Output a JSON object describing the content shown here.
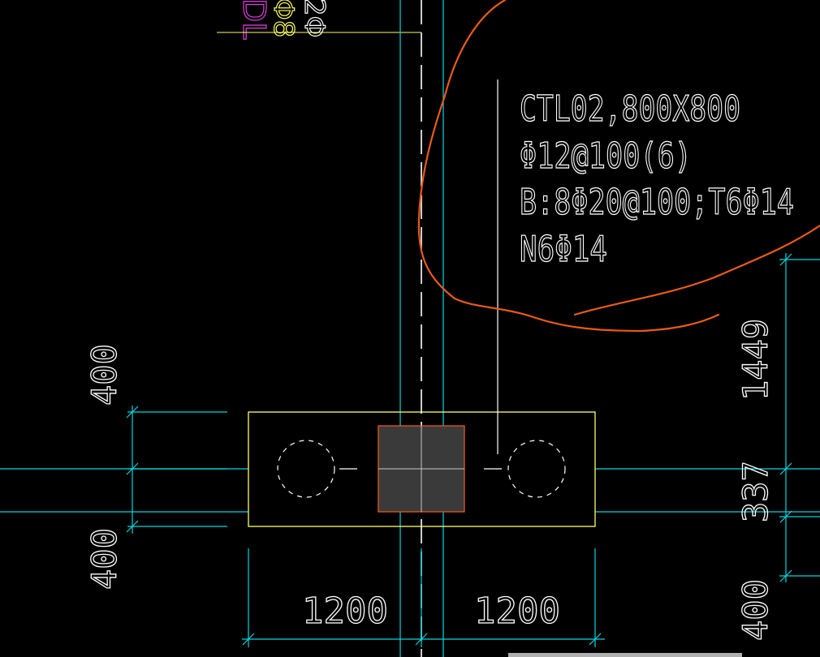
{
  "colors": {
    "background": "#000000",
    "cyan": "#00e5ee",
    "white": "#ffffff",
    "yellow": "#ffff66",
    "orange": "#e85a1a",
    "magenta": "#e040e0",
    "column_fill": "#3a3a3a",
    "gray_bar": "#b0b0b0"
  },
  "top_labels": {
    "magenta": "DL",
    "yellow": "Φ8",
    "white": "2Φ"
  },
  "annotation": {
    "line1": "CTL02,800X800",
    "line2": "Φ12@100(6)",
    "line3": "B:8Φ20@100;T6Φ14",
    "line4": "N6Φ14"
  },
  "dimensions": {
    "left_top": "400",
    "left_bottom": "400",
    "bottom_left": "1200",
    "bottom_right": "1200",
    "right_top": "1449",
    "right_mid": "337",
    "right_bottom": "400"
  }
}
